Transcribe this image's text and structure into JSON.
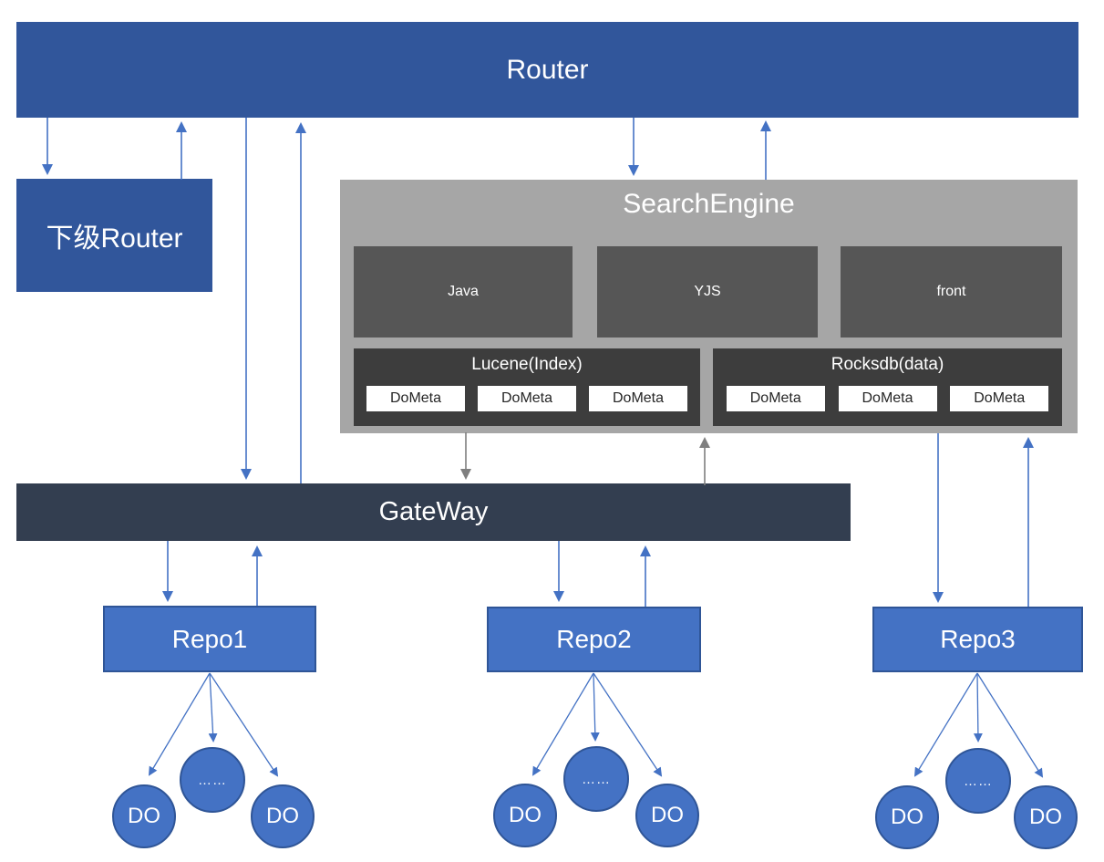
{
  "router": {
    "label": "Router"
  },
  "sub_router": {
    "label": "下级Router"
  },
  "search_engine": {
    "title": "SearchEngine",
    "modules": [
      {
        "label": "Java"
      },
      {
        "label": "YJS"
      },
      {
        "label": "front"
      }
    ],
    "stores": [
      {
        "title": "Lucene(Index)",
        "items": [
          "DoMeta",
          "DoMeta",
          "DoMeta"
        ]
      },
      {
        "title": "Rocksdb(data)",
        "items": [
          "DoMeta",
          "DoMeta",
          "DoMeta"
        ]
      }
    ]
  },
  "gateway": {
    "label": "GateWay"
  },
  "repos": [
    {
      "label": "Repo1",
      "children": [
        "DO",
        "……",
        "DO"
      ]
    },
    {
      "label": "Repo2",
      "children": [
        "DO",
        "……",
        "DO"
      ]
    },
    {
      "label": "Repo3",
      "children": [
        "DO",
        "……",
        "DO"
      ]
    }
  ],
  "colors": {
    "router_blue": "#31569b",
    "repo_blue": "#4472c4",
    "repo_border": "#2f5597",
    "gateway_dark": "#333e50",
    "engine_gray": "#a6a6a6",
    "module_gray": "#565656",
    "store_gray": "#3d3d3d",
    "arrow_blue": "#4472c4",
    "arrow_gray": "#7f7f7f"
  }
}
